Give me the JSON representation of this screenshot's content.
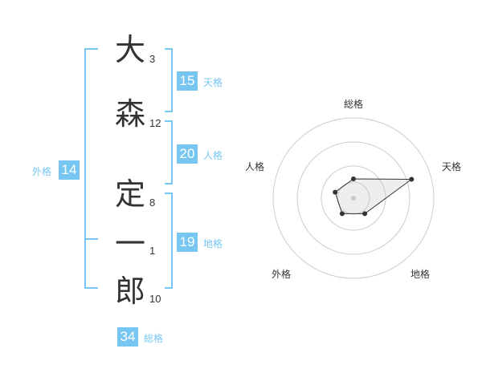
{
  "name": {
    "chars": [
      {
        "char": "大",
        "strokes": "3"
      },
      {
        "char": "森",
        "strokes": "12"
      },
      {
        "char": "定",
        "strokes": "8"
      },
      {
        "char": "一",
        "strokes": "1"
      },
      {
        "char": "郎",
        "strokes": "10"
      }
    ]
  },
  "fortune": {
    "tenkaku": {
      "value": "15",
      "label": "天格"
    },
    "jinkaku": {
      "value": "20",
      "label": "人格"
    },
    "chikaku": {
      "value": "19",
      "label": "地格"
    },
    "gaikaku": {
      "value": "14",
      "label": "外格"
    },
    "soukaku": {
      "value": "34",
      "label": "総格"
    }
  },
  "chart_data": {
    "type": "radar",
    "axes": [
      "総格",
      "天格",
      "地格",
      "外格",
      "人格"
    ],
    "values": [
      1.2,
      3.8,
      1.2,
      1.2,
      1.2
    ],
    "range": [
      0,
      5
    ],
    "rings": 4
  },
  "colors": {
    "accent": "#77c6f2",
    "text": "#333333",
    "grid": "#cccccc"
  }
}
